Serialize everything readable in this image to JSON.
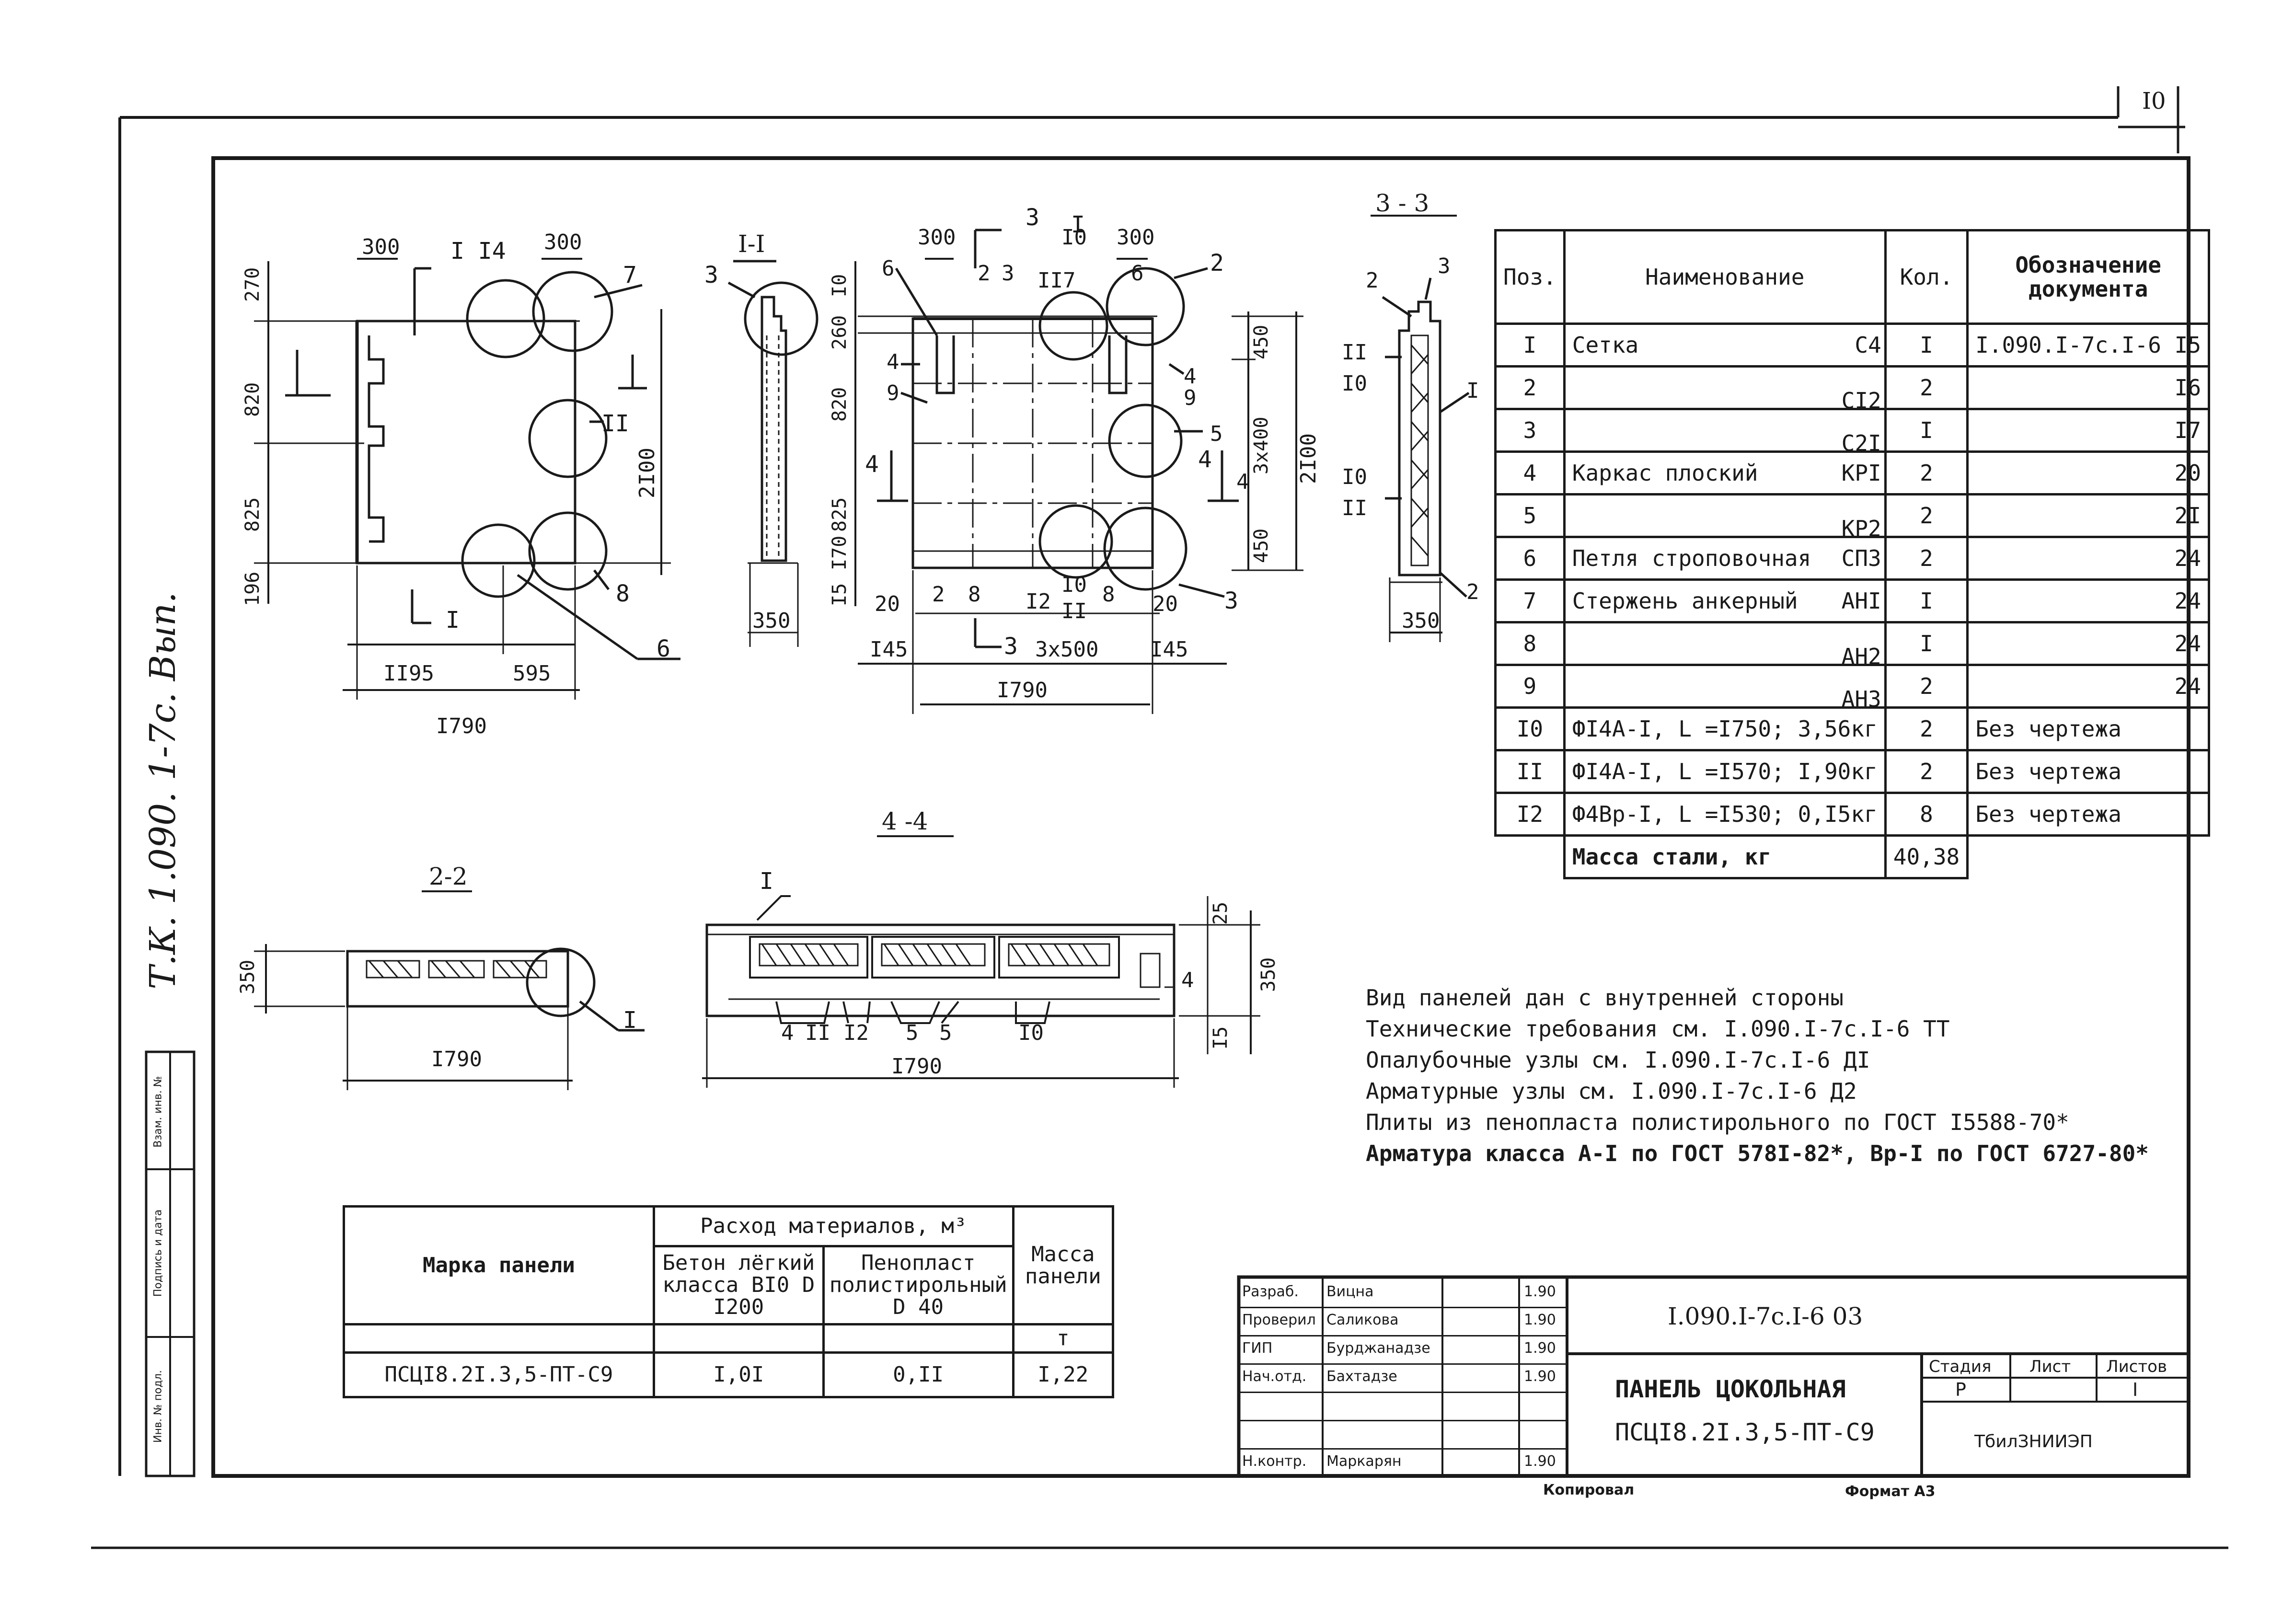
{
  "sheet_number": "I0",
  "side_stamp": "Т.К. 1.090. 1-7с. Вып.",
  "side_labels": [
    "Инв. № подл.",
    "Подпись и дата",
    "Взам. инв. №"
  ],
  "sections": {
    "s11": "I-I",
    "s22": "2-2",
    "s33": "3 - 3",
    "s44": "4 -4"
  },
  "dims": {
    "d300": "300",
    "d270": "270",
    "d820": "820",
    "d825": "825",
    "d196": "196",
    "d2100": "2100",
    "d1195": "II95",
    "d595": "595",
    "d1790": "I790",
    "d350": "350",
    "d10": "I0",
    "d260": "260",
    "d170": "I70",
    "d15": "I5",
    "d20": "20",
    "d145": "I45",
    "d3x500": "3х500",
    "d450": "450",
    "d3x400": "3х400",
    "d25": "25"
  },
  "spec_table": {
    "headers": [
      "Поз.",
      "Наименование",
      "Кол.",
      "Обозначение документа"
    ],
    "rows": [
      {
        "pos": "I",
        "name": "Сетка",
        "mark": "С4",
        "qty": "I",
        "doc": "I.090.I-7с.I-6 I5"
      },
      {
        "pos": "2",
        "name": "",
        "mark": "СI2",
        "qty": "2",
        "doc": "I6"
      },
      {
        "pos": "3",
        "name": "",
        "mark": "С2I",
        "qty": "I",
        "doc": "I7"
      },
      {
        "pos": "4",
        "name": "Каркас плоский",
        "mark": "КРI",
        "qty": "2",
        "doc": "20"
      },
      {
        "pos": "5",
        "name": "",
        "mark": "КР2",
        "qty": "2",
        "doc": "2I"
      },
      {
        "pos": "6",
        "name": "Петля строповочная",
        "mark": "СП3",
        "qty": "2",
        "doc": "24"
      },
      {
        "pos": "7",
        "name": "Стержень анкерный",
        "mark": "АНI",
        "qty": "I",
        "doc": "24"
      },
      {
        "pos": "8",
        "name": "",
        "mark": "АН2",
        "qty": "I",
        "doc": "24"
      },
      {
        "pos": "9",
        "name": "",
        "mark": "АН3",
        "qty": "2",
        "doc": "24"
      },
      {
        "pos": "I0",
        "name": "ФI4А-I, L =I750; 3,56кг",
        "mark": "",
        "qty": "2",
        "doc": "Без чертежа"
      },
      {
        "pos": "II",
        "name": "ФI4А-I, L =I570; I,90кг",
        "mark": "",
        "qty": "2",
        "doc": "Без чертежа"
      },
      {
        "pos": "I2",
        "name": "Ф4Вр-I, L =I530; 0,I5кг",
        "mark": "",
        "qty": "8",
        "doc": "Без чертежа"
      }
    ],
    "total_label": "Масса стали, кг",
    "total_value": "40,38"
  },
  "notes": [
    "Вид панелей дан с внутренней стороны",
    "Технические требования см. I.090.I-7с.I-6 ТТ",
    "Опалубочные узлы см. I.090.I-7с.I-6 ДI",
    "Арматурные узлы см. I.090.I-7с.I-6 Д2",
    "Плиты из пенопласта полистирольного по ГОСТ I5588-70*",
    "Арматура класса А-I по ГОСТ 578I-82*, Вр-I по ГОСТ 6727-80*"
  ],
  "materials_table": {
    "col_mark": "Марка панели",
    "group_header": "Расход материалов, м³",
    "col_concrete": "Бетон лёгкий класса ВI0 D I200",
    "col_foam": "Пенопласт полистирольный D 40",
    "col_mass": "Масса панели",
    "mass_unit": "т",
    "row": {
      "mark": "ПСЦI8.2I.3,5-ПТ-С9",
      "concrete": "I,0I",
      "foam": "0,II",
      "mass": "I,22"
    }
  },
  "title_block": {
    "roles": [
      "Разраб.",
      "Проверил",
      "ГИП",
      "Нач.отд.",
      "",
      "",
      "Н.контр."
    ],
    "names": [
      "Вицна",
      "Саликова",
      "Бурджанадзе",
      "Бахтадзе",
      "",
      "",
      "Маркарян"
    ],
    "dates": [
      "1.90",
      "1.90",
      "1.90",
      "1.90",
      "",
      "",
      "1.90"
    ],
    "doc_code": "I.090.I-7с.I-6 03",
    "title_line1": "ПАНЕЛЬ ЦОКОЛЬНАЯ",
    "title_line2": "ПСЦI8.2I.3,5-ПТ-С9",
    "stage_label": "Стадия",
    "sheet_label": "Лист",
    "sheets_label": "Листов",
    "stage": "Р",
    "sheets": "I",
    "org": "ТбилЗНИИЭП",
    "copied": "Копировал",
    "format": "Формат А3"
  }
}
